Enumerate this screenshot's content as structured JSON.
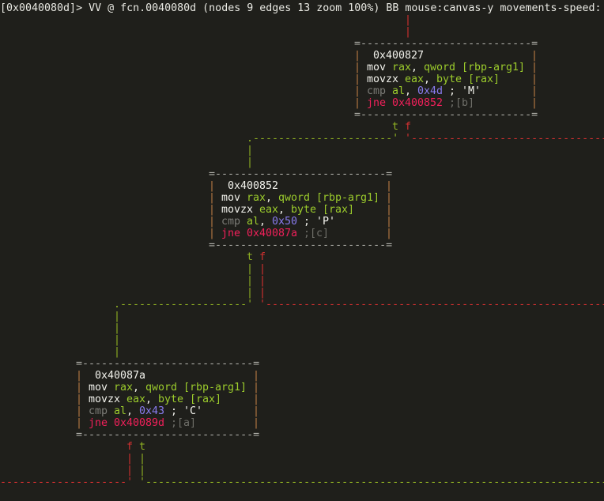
{
  "header": {
    "prompt": "[0x0040080d]> VV @ fcn.0040080d (nodes 9 edges 13 zoom 100%) BB mouse:canvas-y movements-speed:"
  },
  "colors": {
    "background": "#1f1f1b",
    "true_edge": "#8fb023",
    "false_edge": "#d23030",
    "register": "#9ccc2c",
    "immediate": "#8a7cf0",
    "jump": "#f0205a"
  },
  "nodes": [
    {
      "address": "0x400827",
      "true_label": "t",
      "false_label": "f",
      "lines": [
        [
          {
            "t": "mov ",
            "c": "w"
          },
          {
            "t": "rax",
            "c": "g"
          },
          {
            "t": ", ",
            "c": "w"
          },
          {
            "t": "qword",
            "c": "g"
          },
          {
            "t": " ",
            "c": "w"
          },
          {
            "t": "[rbp-arg1]",
            "c": "g"
          }
        ],
        [
          {
            "t": "movzx ",
            "c": "w"
          },
          {
            "t": "eax",
            "c": "g"
          },
          {
            "t": ", ",
            "c": "w"
          },
          {
            "t": "byte",
            "c": "g"
          },
          {
            "t": " ",
            "c": "w"
          },
          {
            "t": "[rax]",
            "c": "g"
          }
        ],
        [
          {
            "t": "cmp ",
            "c": "cm"
          },
          {
            "t": "al",
            "c": "g"
          },
          {
            "t": ", ",
            "c": "w"
          },
          {
            "t": "0x4d",
            "c": "p"
          },
          {
            "t": " ; 'M'",
            "c": "w"
          }
        ],
        [
          {
            "t": "jne ",
            "c": "r"
          },
          {
            "t": "0x400852",
            "c": "r"
          },
          {
            "t": " ;[b]",
            "c": "gr"
          }
        ]
      ]
    },
    {
      "address": "0x400852",
      "true_label": "t",
      "false_label": "f",
      "lines": [
        [
          {
            "t": "mov ",
            "c": "w"
          },
          {
            "t": "rax",
            "c": "g"
          },
          {
            "t": ", ",
            "c": "w"
          },
          {
            "t": "qword",
            "c": "g"
          },
          {
            "t": " ",
            "c": "w"
          },
          {
            "t": "[rbp-arg1]",
            "c": "g"
          }
        ],
        [
          {
            "t": "movzx ",
            "c": "w"
          },
          {
            "t": "eax",
            "c": "g"
          },
          {
            "t": ", ",
            "c": "w"
          },
          {
            "t": "byte",
            "c": "g"
          },
          {
            "t": " ",
            "c": "w"
          },
          {
            "t": "[rax]",
            "c": "g"
          }
        ],
        [
          {
            "t": "cmp ",
            "c": "cm"
          },
          {
            "t": "al",
            "c": "g"
          },
          {
            "t": ", ",
            "c": "w"
          },
          {
            "t": "0x50",
            "c": "p"
          },
          {
            "t": " ; 'P'",
            "c": "w"
          }
        ],
        [
          {
            "t": "jne ",
            "c": "r"
          },
          {
            "t": "0x40087a",
            "c": "r"
          },
          {
            "t": " ;[c]",
            "c": "gr"
          }
        ]
      ]
    },
    {
      "address": "0x40087a",
      "true_label": "t",
      "false_label": "f",
      "lines": [
        [
          {
            "t": "mov ",
            "c": "w"
          },
          {
            "t": "rax",
            "c": "g"
          },
          {
            "t": ", ",
            "c": "w"
          },
          {
            "t": "qword",
            "c": "g"
          },
          {
            "t": " ",
            "c": "w"
          },
          {
            "t": "[rbp-arg1]",
            "c": "g"
          }
        ],
        [
          {
            "t": "movzx ",
            "c": "w"
          },
          {
            "t": "eax",
            "c": "g"
          },
          {
            "t": ", ",
            "c": "w"
          },
          {
            "t": "byte",
            "c": "g"
          },
          {
            "t": " ",
            "c": "w"
          },
          {
            "t": "[rax]",
            "c": "g"
          }
        ],
        [
          {
            "t": "cmp ",
            "c": "cm"
          },
          {
            "t": "al",
            "c": "g"
          },
          {
            "t": ", ",
            "c": "w"
          },
          {
            "t": "0x43",
            "c": "p"
          },
          {
            "t": " ; 'C'",
            "c": "w"
          }
        ],
        [
          {
            "t": "jne ",
            "c": "r"
          },
          {
            "t": "0x40089d",
            "c": "r"
          },
          {
            "t": " ;[a]",
            "c": "gr"
          }
        ]
      ]
    }
  ]
}
